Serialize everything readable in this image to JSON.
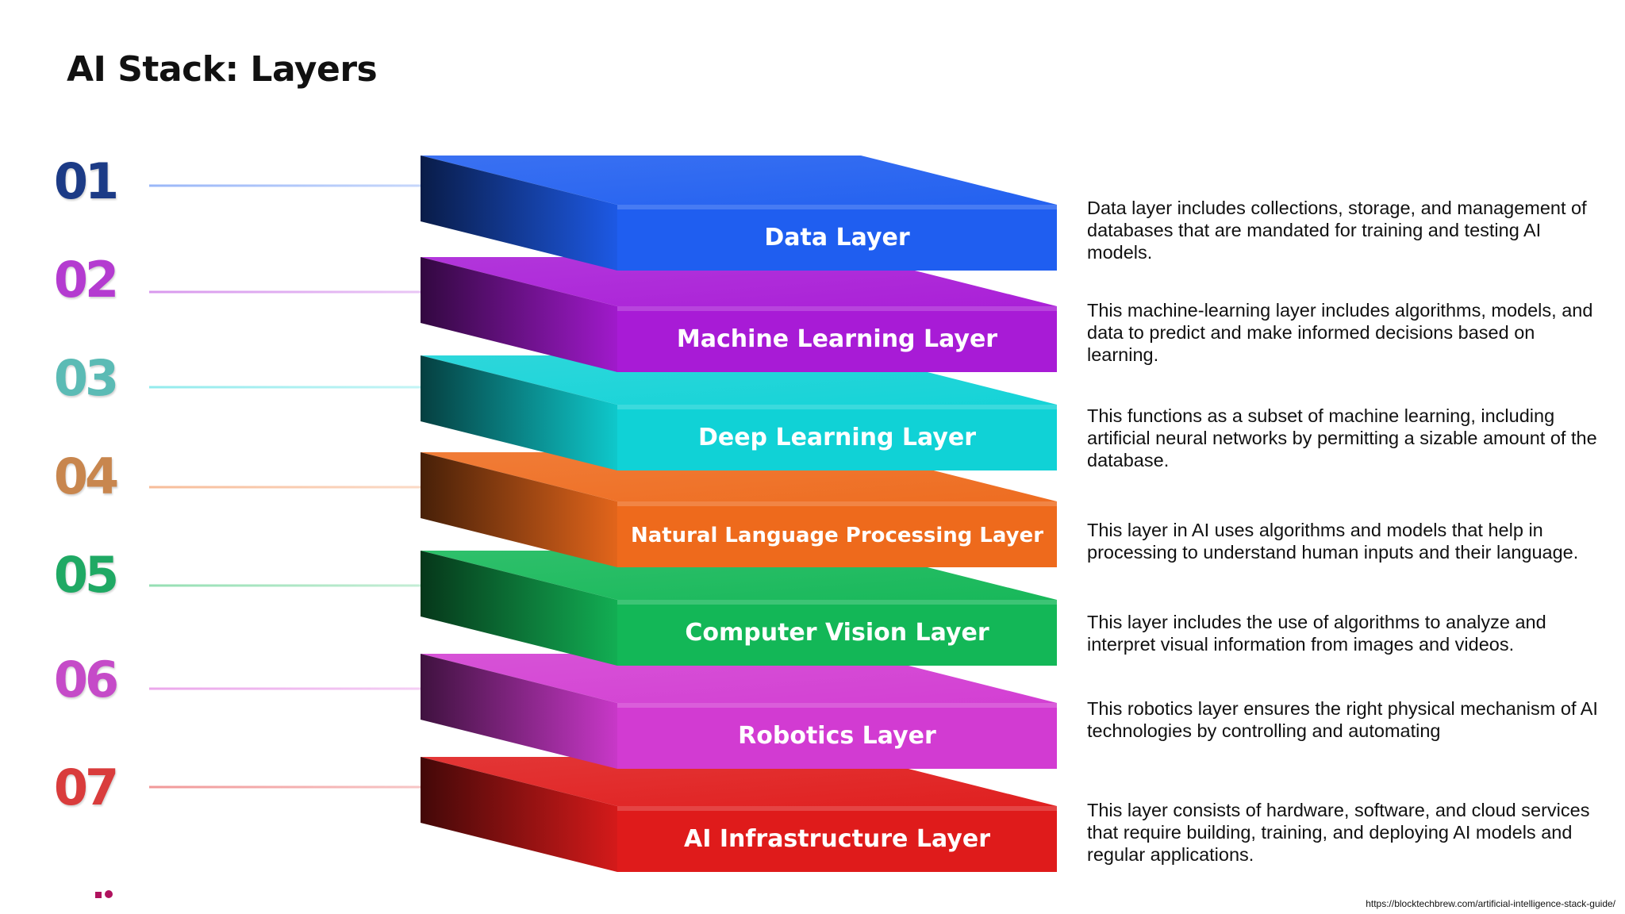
{
  "slide": {
    "title": "AI Stack: Layers",
    "source": "https://blocktechbrew.com/artificial-intelligence-stack-guide/"
  },
  "layers": [
    {
      "number": "01",
      "name": "Data Layer",
      "color": "#1f5ef0",
      "num_color": "#1c3b86",
      "description": "Data layer includes collections, storage, and management of databases that are mandated for training and testing AI models."
    },
    {
      "number": "02",
      "name": "Machine Learning Layer",
      "color": "#a81bd6",
      "num_color": "#b43bd0",
      "description": "This machine-learning layer includes algorithms, models, and data to predict and make informed decisions based on learning."
    },
    {
      "number": "03",
      "name": "Deep Learning Layer",
      "color": "#10d2d6",
      "num_color": "#5bbbb5",
      "description": "This functions as a subset of machine learning, including artificial neural networks by permitting a sizable amount of the database."
    },
    {
      "number": "04",
      "name": "Natural Language Processing Layer",
      "color": "#ee6a1c",
      "num_color": "#c8864e",
      "description": "This layer in AI uses algorithms and models that help in processing to understand human inputs and their language."
    },
    {
      "number": "05",
      "name": "Computer Vision Layer",
      "color": "#13b757",
      "num_color": "#1fa964",
      "description": "This layer includes the use of algorithms to analyze and interpret visual information from images and videos."
    },
    {
      "number": "06",
      "name": "Robotics Layer",
      "color": "#d23bd2",
      "num_color": "#c54bc8",
      "description": "This robotics layer ensures the right physical mechanism of AI technologies by controlling and automating"
    },
    {
      "number": "07",
      "name": "AI Infrastructure Layer",
      "color": "#df1b1b",
      "num_color": "#d93c3c",
      "description": "This layer consists of hardware, software, and cloud services that require building, training, and deploying AI models and regular applications."
    }
  ]
}
